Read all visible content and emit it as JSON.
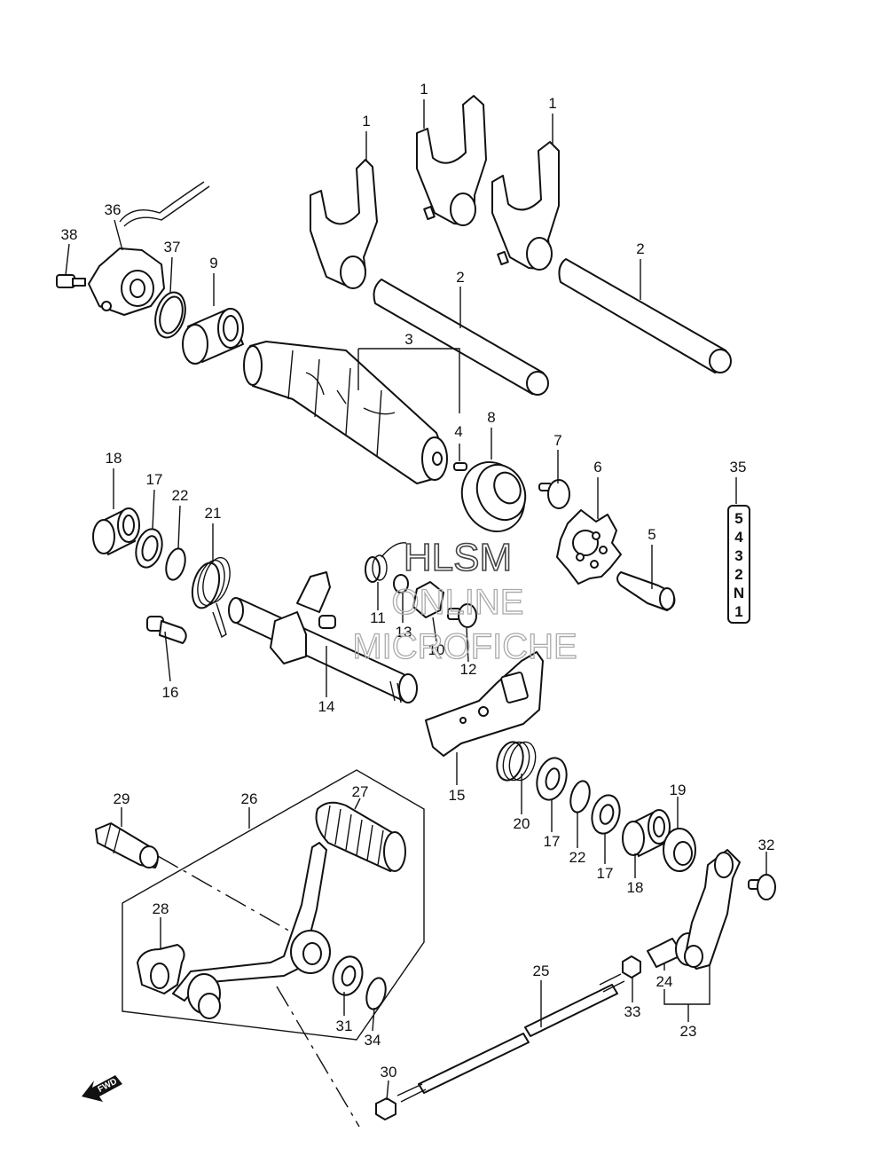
{
  "part_labels": {
    "p1a": "1",
    "p1b": "1",
    "p1c": "1",
    "p2a": "2",
    "p2b": "2",
    "p3": "3",
    "p4": "4",
    "p5": "5",
    "p6": "6",
    "p7": "7",
    "p8": "8",
    "p9": "9",
    "p10": "10",
    "p11": "11",
    "p12": "12",
    "p13": "13",
    "p14": "14",
    "p15": "15",
    "p16": "16",
    "p17a": "17",
    "p17b": "17",
    "p17c": "17",
    "p18a": "18",
    "p18b": "18",
    "p19": "19",
    "p20": "20",
    "p21": "21",
    "p22a": "22",
    "p22b": "22",
    "p23": "23",
    "p24": "24",
    "p25": "25",
    "p26": "26",
    "p27": "27",
    "p28": "28",
    "p29": "29",
    "p30": "30",
    "p31": "31",
    "p32": "32",
    "p33": "33",
    "p34": "34",
    "p35": "35",
    "p36": "36",
    "p37": "37",
    "p38": "38"
  },
  "gear_indicator": [
    "5",
    "4",
    "3",
    "2",
    "N",
    "1"
  ],
  "watermark": {
    "line1": "HLSM",
    "line2": "ONLINE",
    "line3": "MICROFICHE"
  },
  "direction_badge": "FWD"
}
